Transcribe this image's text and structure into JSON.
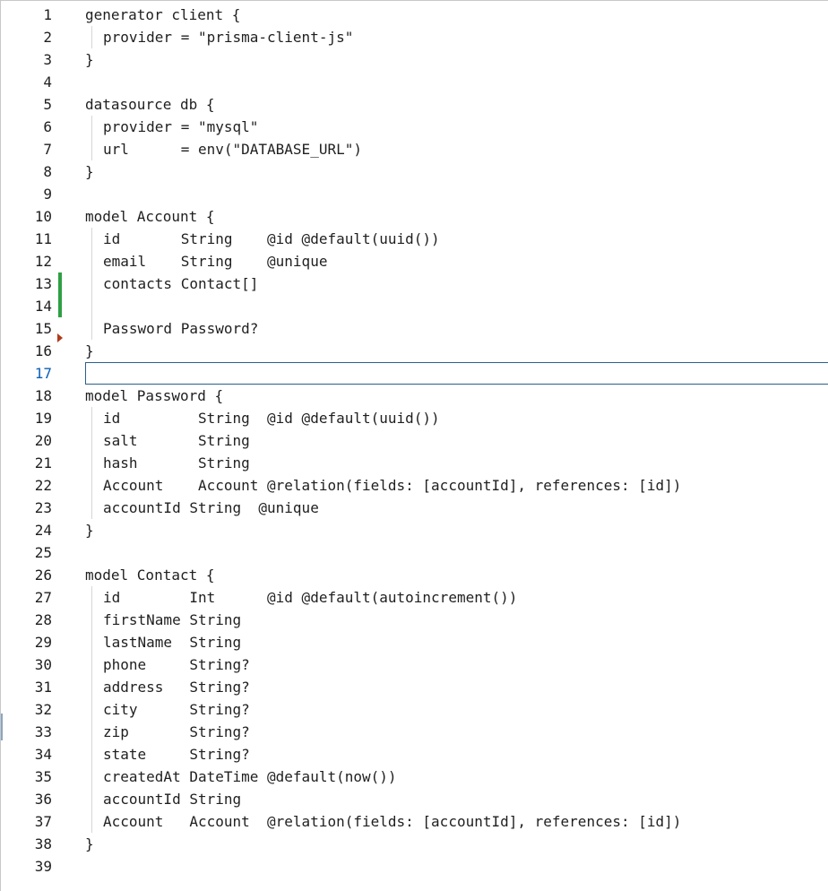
{
  "editor": {
    "current_line": 17,
    "lines": [
      {
        "n": "1",
        "text": "generator client {"
      },
      {
        "n": "2",
        "text": "provider = \"prisma-client-js\"",
        "indent": true
      },
      {
        "n": "3",
        "text": "}"
      },
      {
        "n": "4",
        "text": ""
      },
      {
        "n": "5",
        "text": "datasource db {"
      },
      {
        "n": "6",
        "text": "provider = \"mysql\"",
        "indent": true
      },
      {
        "n": "7",
        "text": "url      = env(\"DATABASE_URL\")",
        "indent": true
      },
      {
        "n": "8",
        "text": "}"
      },
      {
        "n": "9",
        "text": ""
      },
      {
        "n": "10",
        "text": "model Account {"
      },
      {
        "n": "11",
        "text": "id       String    @id @default(uuid())",
        "indent": true
      },
      {
        "n": "12",
        "text": "email    String    @unique",
        "indent": true
      },
      {
        "n": "13",
        "text": "contacts Contact[]",
        "indent": true,
        "changed": true
      },
      {
        "n": "14",
        "text": "",
        "indent": true,
        "changed": true
      },
      {
        "n": "15",
        "text": "Password Password?",
        "indent": true
      },
      {
        "n": "16",
        "text": "}"
      },
      {
        "n": "17",
        "text": "",
        "current": true
      },
      {
        "n": "18",
        "text": "model Password {"
      },
      {
        "n": "19",
        "text": "id         String  @id @default(uuid())",
        "indent": true
      },
      {
        "n": "20",
        "text": "salt       String",
        "indent": true
      },
      {
        "n": "21",
        "text": "hash       String",
        "indent": true
      },
      {
        "n": "22",
        "text": "Account    Account @relation(fields: [accountId], references: [id])",
        "indent": true
      },
      {
        "n": "23",
        "text": "accountId String  @unique",
        "indent": true
      },
      {
        "n": "24",
        "text": "}"
      },
      {
        "n": "25",
        "text": ""
      },
      {
        "n": "26",
        "text": "model Contact {"
      },
      {
        "n": "27",
        "text": "id        Int      @id @default(autoincrement())",
        "indent": true
      },
      {
        "n": "28",
        "text": "firstName String",
        "indent": true
      },
      {
        "n": "29",
        "text": "lastName  String",
        "indent": true
      },
      {
        "n": "30",
        "text": "phone     String?",
        "indent": true
      },
      {
        "n": "31",
        "text": "address   String?",
        "indent": true
      },
      {
        "n": "32",
        "text": "city      String?",
        "indent": true
      },
      {
        "n": "33",
        "text": "zip       String?",
        "indent": true
      },
      {
        "n": "34",
        "text": "state     String?",
        "indent": true
      },
      {
        "n": "35",
        "text": "createdAt DateTime @default(now())",
        "indent": true
      },
      {
        "n": "36",
        "text": "accountId String",
        "indent": true
      },
      {
        "n": "37",
        "text": "Account   Account  @relation(fields: [accountId], references: [id])",
        "indent": true
      },
      {
        "n": "38",
        "text": "}"
      },
      {
        "n": "39",
        "text": ""
      }
    ]
  },
  "colors": {
    "text": "#1f1f1f",
    "current_line_number": "#0b5fb6",
    "change_marker": "#2ea043",
    "cursor_box": "#2b5f8c",
    "fold_marker": "#b03a1a"
  }
}
